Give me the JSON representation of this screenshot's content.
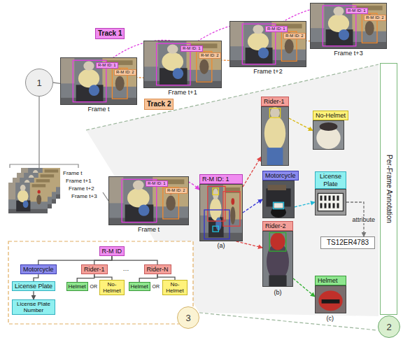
{
  "diagram": {
    "nodes": [
      {
        "text": [
          "1"
        ]
      },
      {
        "text": [
          "Track 1"
        ]
      },
      {
        "text": [
          "Track 2"
        ]
      },
      {
        "text": [
          "Frame t"
        ]
      },
      {
        "text": [
          "R-M ID: 1"
        ],
        "in": 3
      },
      {
        "text": [
          "R-M ID: 2"
        ],
        "in": 3
      },
      {
        "text": [
          "Frame t+1"
        ]
      },
      {
        "text": [
          "R-M ID: 1"
        ],
        "in": 6
      },
      {
        "text": [
          "R-M ID: 2"
        ],
        "in": 6
      },
      {
        "text": [
          "Frame t+2"
        ]
      },
      {
        "text": [
          "R-M ID: 1"
        ],
        "in": 9
      },
      {
        "text": [
          "R-M ID: 2"
        ],
        "in": 9
      },
      {
        "text": [
          "Frame t+3"
        ]
      },
      {
        "text": [
          "R-M ID: 1"
        ],
        "in": 12
      },
      {
        "text": [
          "R-M ID: 2"
        ],
        "in": 12
      },
      {
        "text": [
          "Frame t",
          "Frame t+1",
          "Frame t+2",
          "Frame t+3"
        ]
      },
      {
        "text": [
          "Frame t"
        ]
      },
      {
        "text": [
          "R-M ID: 1"
        ],
        "in": 16
      },
      {
        "text": [
          "R-M ID: 2"
        ],
        "in": 16
      },
      {
        "text": [
          "R-M ID: 1"
        ]
      },
      {
        "text": [
          "Rider-1"
        ]
      },
      {
        "text": [
          "No-Helmet"
        ]
      },
      {
        "text": [
          "Motorcycle"
        ]
      },
      {
        "text": [
          "License Plate"
        ]
      },
      {
        "text": [
          "TS12ER4783"
        ]
      },
      {
        "text": [
          "Rider-2"
        ]
      },
      {
        "text": [
          "Helmet"
        ]
      },
      {
        "text": [
          "Per-Frame Annotation"
        ]
      },
      {
        "text": [
          "2"
        ]
      },
      {
        "text": [
          "R-M ID"
        ]
      },
      {
        "text": [
          "Motorcycle"
        ]
      },
      {
        "text": [
          "Rider-1"
        ]
      },
      {
        "text": [
          "Rider-N"
        ]
      },
      {
        "text": [
          "License Plate"
        ]
      },
      {
        "text": [
          "Helmet"
        ]
      },
      {
        "text": [
          "No-Helmet"
        ]
      },
      {
        "text": [
          "Helmet"
        ]
      },
      {
        "text": [
          "No-Helmet"
        ]
      },
      {
        "text": [
          "License Plate Number"
        ]
      },
      {
        "text": [
          "3"
        ]
      }
    ],
    "edges": [
      {
        "from": 0,
        "to": 3,
        "arrow": "none"
      },
      {
        "from": 0,
        "to": 15,
        "arrow": "none"
      },
      {
        "from": 4,
        "to": 7,
        "arrow": "none"
      },
      {
        "from": 7,
        "to": 10,
        "arrow": "none"
      },
      {
        "from": 10,
        "to": 13,
        "arrow": "none"
      },
      {
        "from": 5,
        "to": 8,
        "arrow": "none"
      },
      {
        "from": 8,
        "to": 11,
        "arrow": "none"
      },
      {
        "from": 11,
        "to": 14,
        "arrow": "none"
      },
      {
        "from": 15,
        "to": 16,
        "arrow": "none"
      },
      {
        "from": 17,
        "to": 19,
        "arrow": "to"
      },
      {
        "from": 19,
        "to": 20,
        "arrow": "to"
      },
      {
        "from": 19,
        "to": 22,
        "arrow": "to"
      },
      {
        "from": 19,
        "to": 25,
        "arrow": "to"
      },
      {
        "from": 20,
        "to": 21,
        "arrow": "to"
      },
      {
        "from": 22,
        "to": 23,
        "arrow": "to"
      },
      {
        "from": 23,
        "to": 24,
        "label": "attribute",
        "arrow": "to"
      },
      {
        "from": 25,
        "to": 26,
        "arrow": "to"
      },
      {
        "from": 29,
        "to": 30,
        "arrow": "none"
      },
      {
        "from": 29,
        "to": 31,
        "arrow": "none"
      },
      {
        "from": 29,
        "to": 32,
        "arrow": "none"
      },
      {
        "from": 30,
        "to": 33,
        "arrow": "none"
      },
      {
        "from": 33,
        "to": 38,
        "arrow": "to"
      },
      {
        "from": 31,
        "to": 34,
        "arrow": "none"
      },
      {
        "from": 31,
        "to": 35,
        "arrow": "none"
      },
      {
        "from": 32,
        "to": 36,
        "arrow": "none"
      },
      {
        "from": 32,
        "to": 37,
        "arrow": "none"
      }
    ],
    "labels": [
      "(a)",
      "(b)",
      "(c)",
      "…",
      "OR",
      "OR"
    ]
  }
}
